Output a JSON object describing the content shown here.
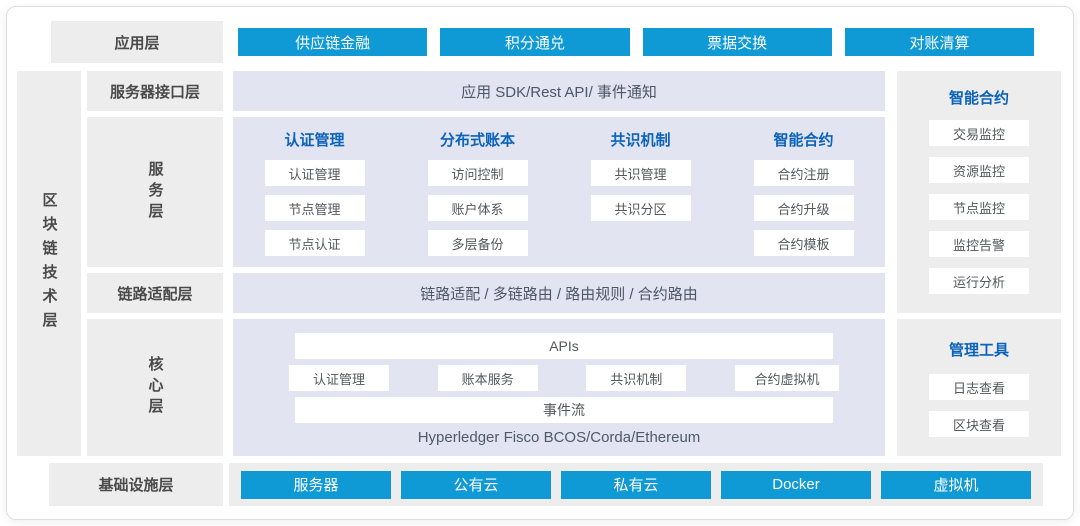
{
  "colors": {
    "accent_blue": "#0F9AD6",
    "header_blue": "#0C63BA",
    "panel_lavender": "#E2E4F2",
    "panel_gray": "#ECEDEC",
    "label_text": "#4A4A4A"
  },
  "application_layer": {
    "label": "应用层",
    "buttons": [
      "供应链金融",
      "积分通兑",
      "票据交换",
      "对账清算"
    ]
  },
  "tech_layer": {
    "label": "区块链技术层",
    "interface_layer": {
      "label": "服务器接口层",
      "content": "应用 SDK/Rest API/ 事件通知"
    },
    "service_layer": {
      "label": "服务层",
      "columns": [
        {
          "title": "认证管理",
          "items": [
            "认证管理",
            "节点管理",
            "节点认证"
          ]
        },
        {
          "title": "分布式账本",
          "items": [
            "访问控制",
            "账户体系",
            "多层备份"
          ]
        },
        {
          "title": "共识机制",
          "items": [
            "共识管理",
            "共识分区"
          ]
        },
        {
          "title": "智能合约",
          "items": [
            "合约注册",
            "合约升级",
            "合约模板"
          ]
        }
      ]
    },
    "link_layer": {
      "label": "链路适配层",
      "content": "链路适配 / 多链路由 / 路由规则 / 合约路由"
    },
    "core_layer": {
      "label": "核心层",
      "apis_bar": "APIs",
      "modules": [
        "认证管理",
        "账本服务",
        "共识机制",
        "合约虚拟机"
      ],
      "event_bar": "事件流",
      "platforms": "Hyperledger Fisco BCOS/Corda/Ethereum"
    }
  },
  "sidebar": {
    "panels": [
      {
        "title": "智能合约",
        "items": [
          "交易监控",
          "资源监控",
          "节点监控",
          "监控告警",
          "运行分析"
        ]
      },
      {
        "title": "管理工具",
        "items": [
          "日志查看",
          "区块查看"
        ]
      }
    ]
  },
  "infrastructure_layer": {
    "label": "基础设施层",
    "buttons": [
      "服务器",
      "公有云",
      "私有云",
      "Docker",
      "虚拟机"
    ]
  }
}
